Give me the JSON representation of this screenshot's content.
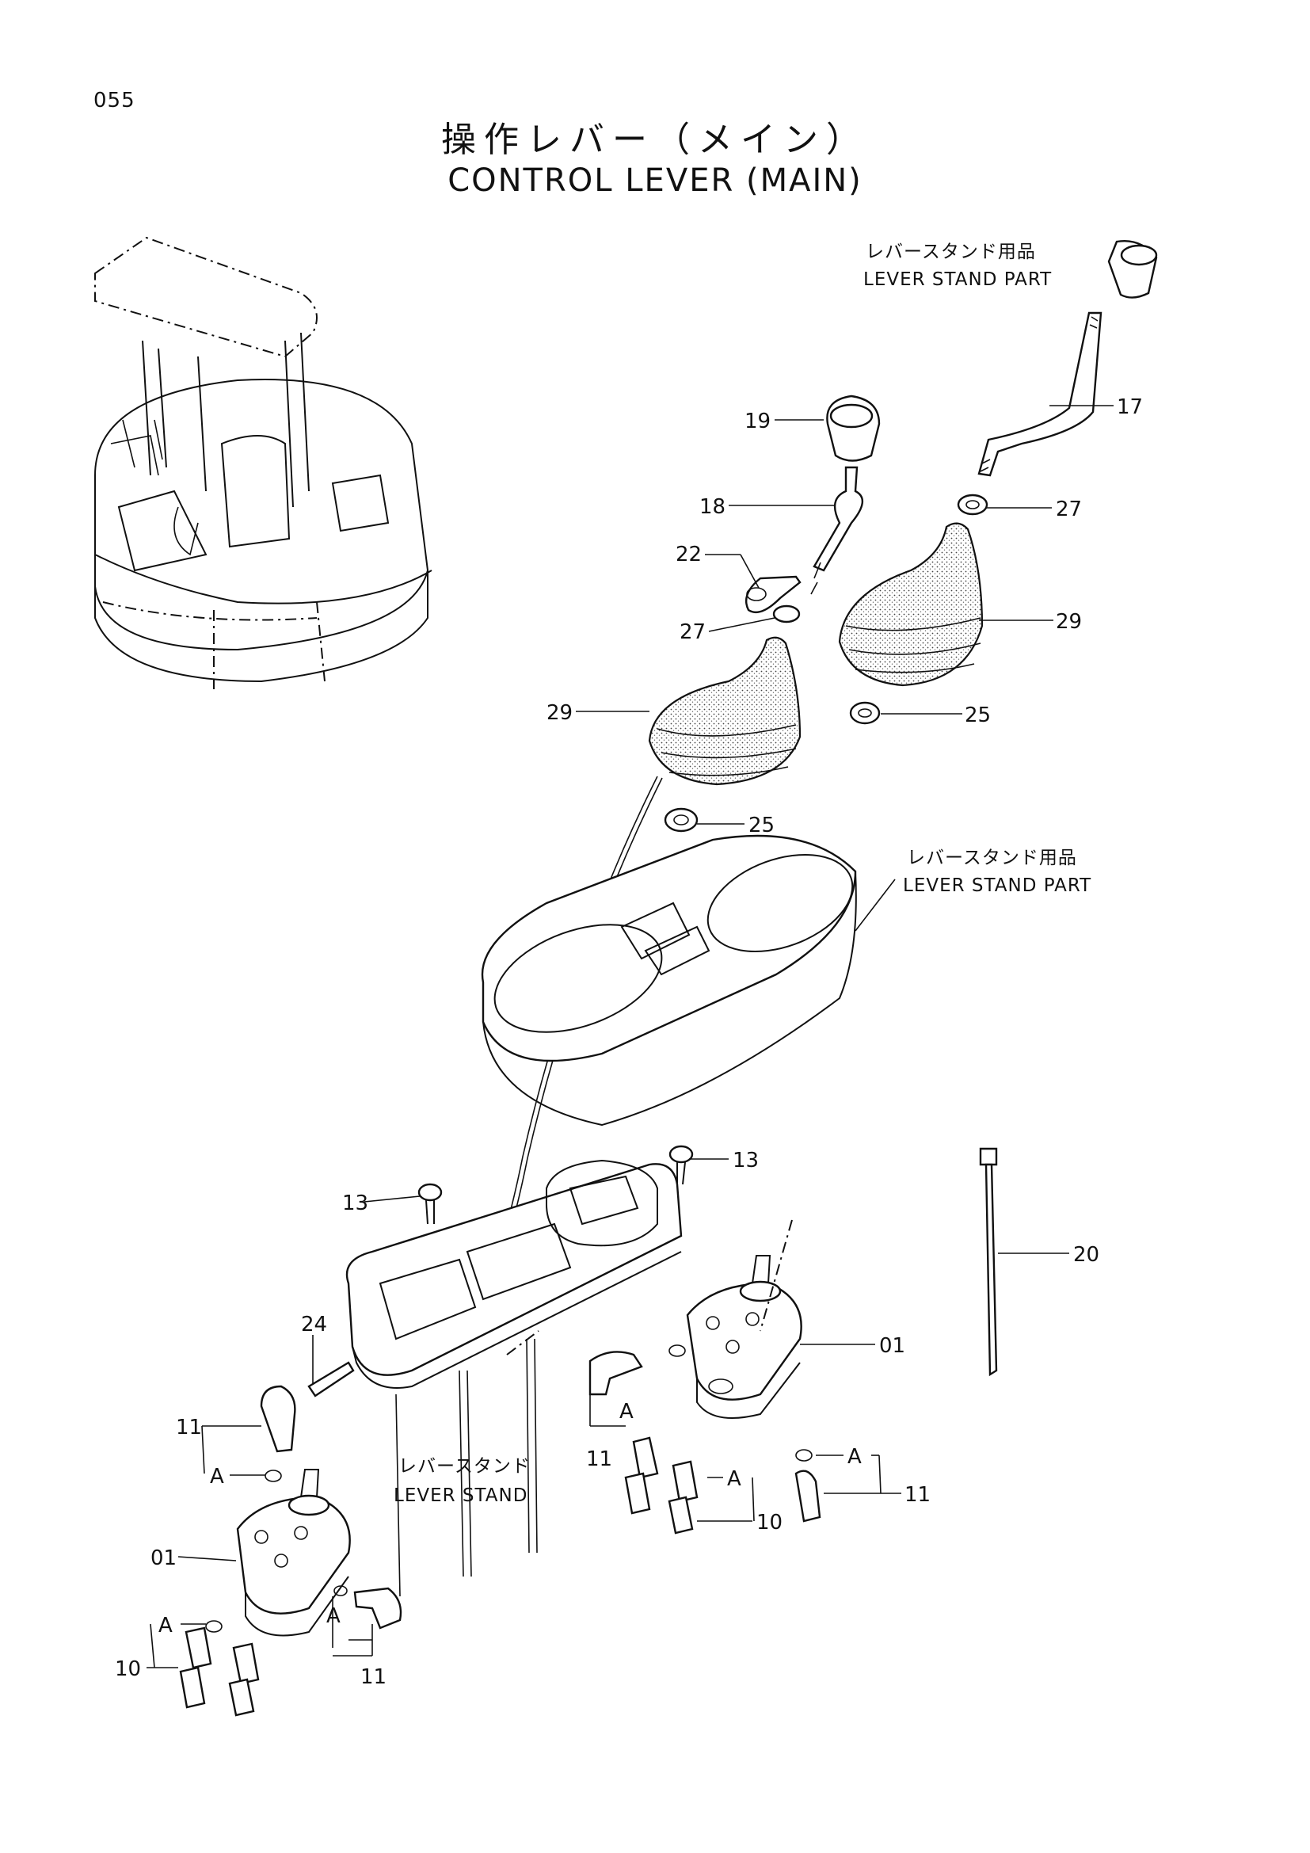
{
  "page_number": "055",
  "title_jp": "操作レバー（メイン）",
  "title_en": "CONTROL LEVER (MAIN)",
  "notes": {
    "lever_stand_part_jp": "レバースタンド用品",
    "lever_stand_part_en": "LEVER STAND PART",
    "lever_stand_jp": "レバースタンド",
    "lever_stand_en": "LEVER STAND"
  },
  "callouts": {
    "c17": "17",
    "c19": "19",
    "c18": "18",
    "c27a": "27",
    "c27b": "27",
    "c22": "22",
    "c29a": "29",
    "c29b": "29",
    "c25a": "25",
    "c25b": "25",
    "c13a": "13",
    "c13b": "13",
    "c20": "20",
    "c24": "24",
    "c01a": "01",
    "c01b": "01",
    "c11a": "11",
    "c11b": "11",
    "c11c": "11",
    "c11d": "11",
    "c10a": "10",
    "c10b": "10",
    "cAa": "A",
    "cAb": "A",
    "cAc": "A",
    "cAd": "A",
    "cAe": "A"
  }
}
